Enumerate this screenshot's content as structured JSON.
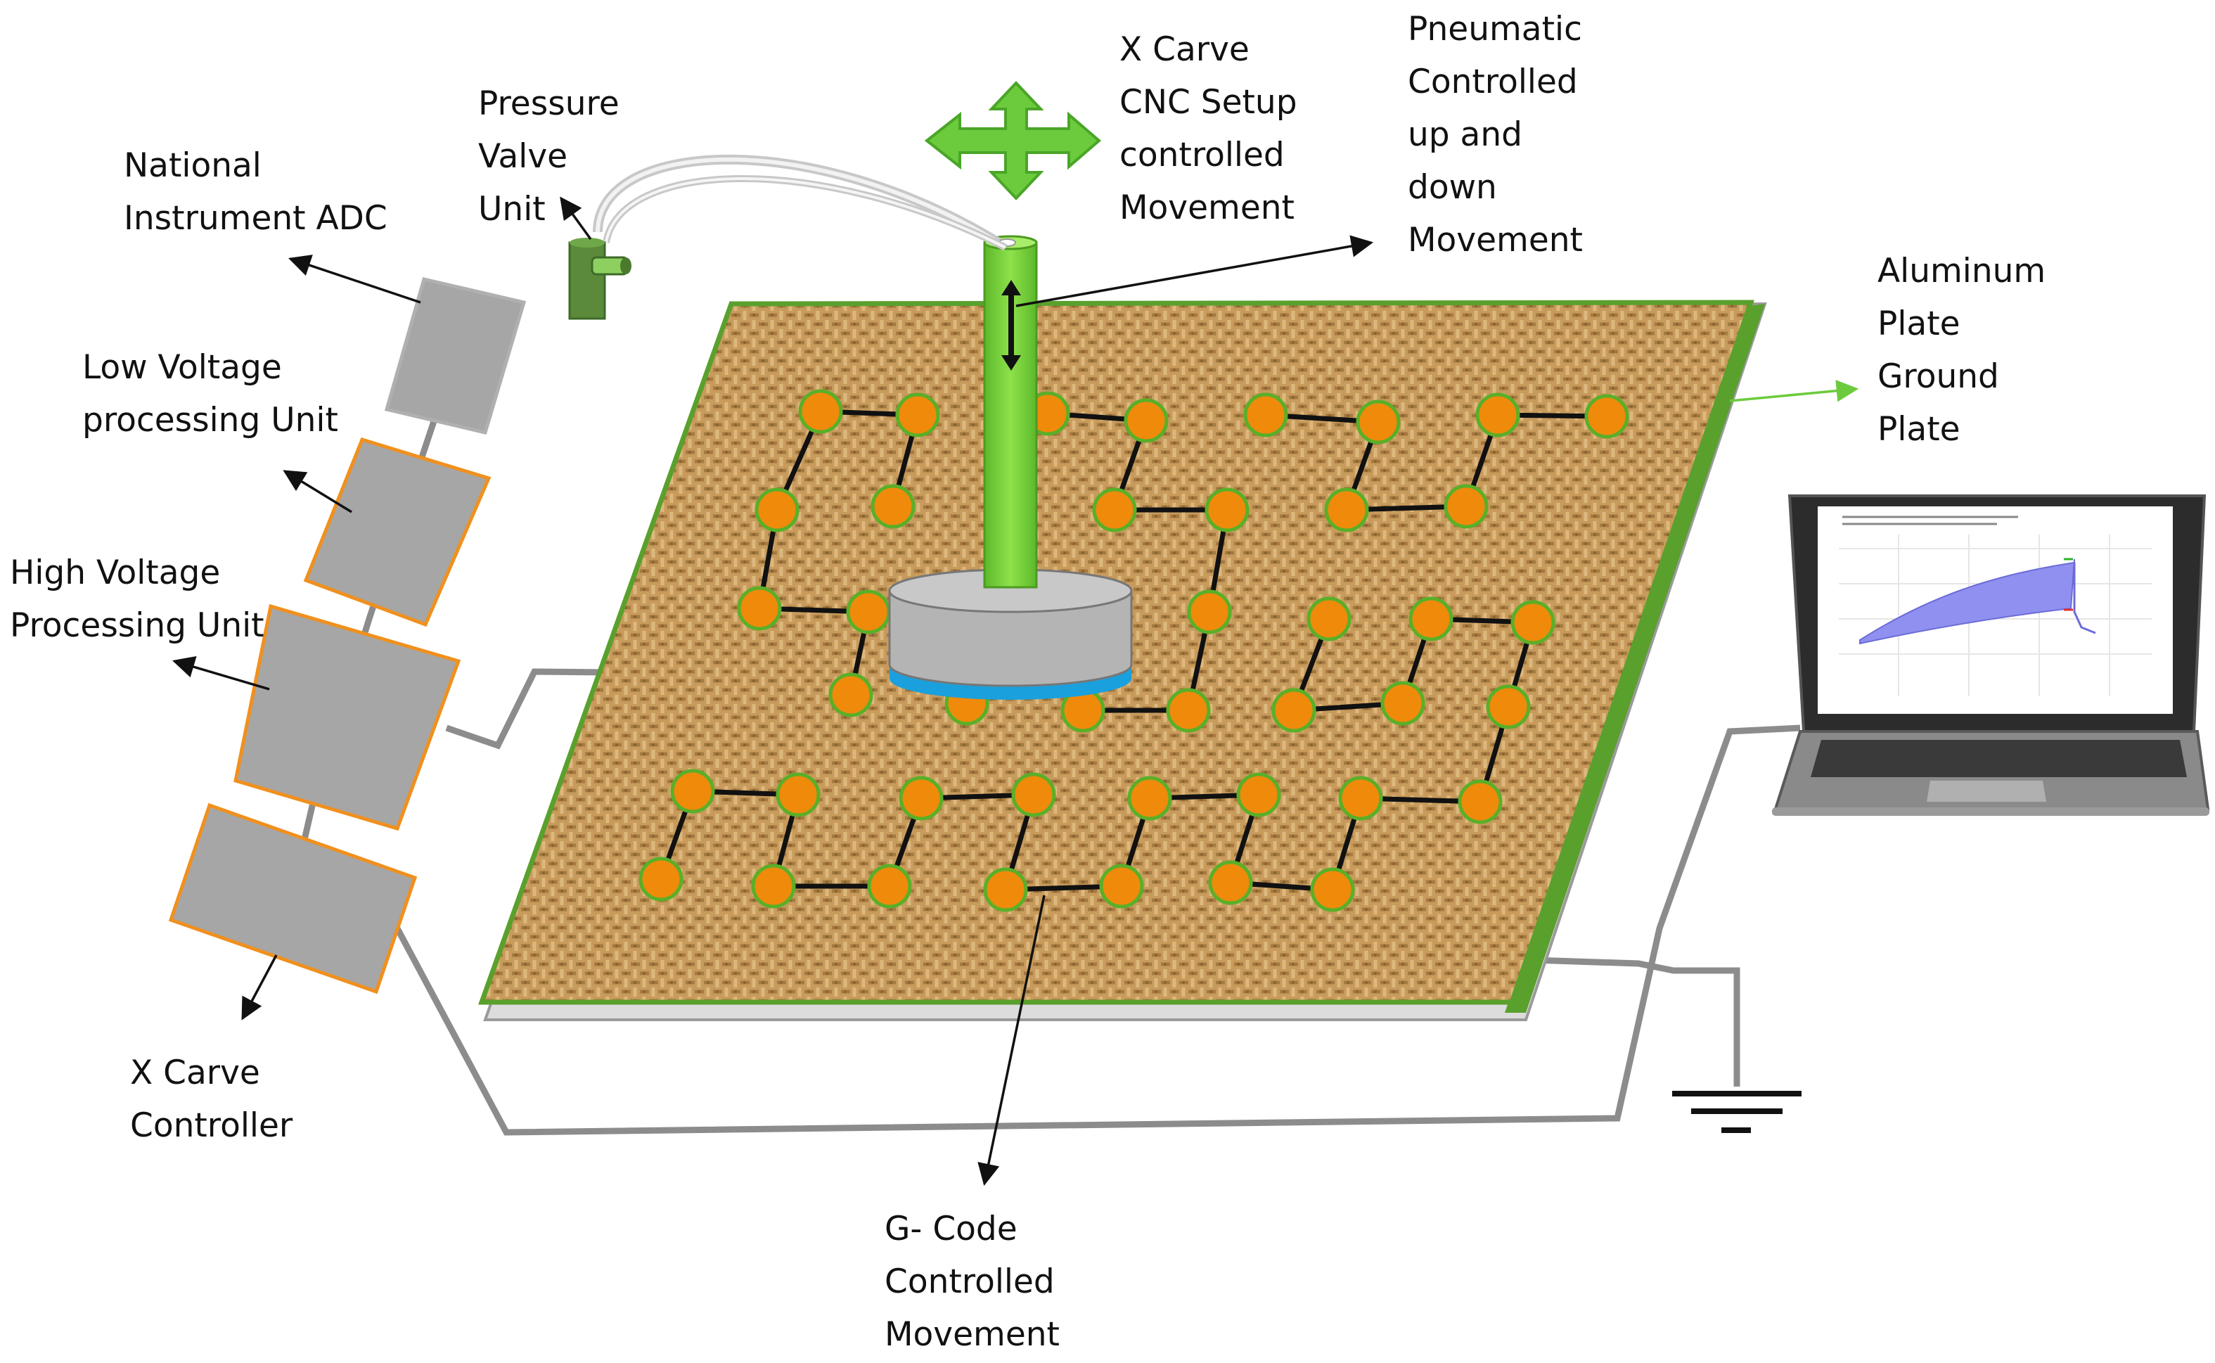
{
  "labels": {
    "national_adc": [
      "National",
      "Instrument ADC"
    ],
    "low_voltage": [
      "Low Voltage",
      "processing Unit"
    ],
    "high_voltage": [
      "High Voltage",
      "Processing Unit"
    ],
    "xcarve_controller": [
      "X Carve",
      "Controller"
    ],
    "pressure_valve": [
      "Pressure",
      "Valve",
      "Unit"
    ],
    "xcarve_cnc": [
      "X Carve",
      "CNC Setup",
      "controlled",
      "Movement"
    ],
    "pneumatic": [
      "Pneumatic",
      "Controlled",
      "up and",
      "down",
      "Movement"
    ],
    "aluminum": [
      "Aluminum",
      "Plate",
      "Ground",
      "Plate"
    ],
    "gcode": [
      "G- Code",
      "Controlled",
      "Movement"
    ]
  },
  "colors": {
    "unit_fill": "#a6a6a6",
    "unit_border": "#f0901e",
    "wire": "#8c8c8c",
    "node_fill": "#f08a0a",
    "node_border": "#5aaf28",
    "plate_edge": "#5aa02d",
    "head_green": "#7cd63c",
    "arrow_green": "#6ccb3c",
    "fabric": "#c89b5c",
    "sponge_blue": "#1aa0dc",
    "plot_fill": "#9090f0"
  },
  "icons": {
    "move_arrows": "four-way-arrow-icon",
    "updown": "double-arrow-icon",
    "ground": "ground-symbol-icon",
    "laptop": "laptop-icon"
  }
}
